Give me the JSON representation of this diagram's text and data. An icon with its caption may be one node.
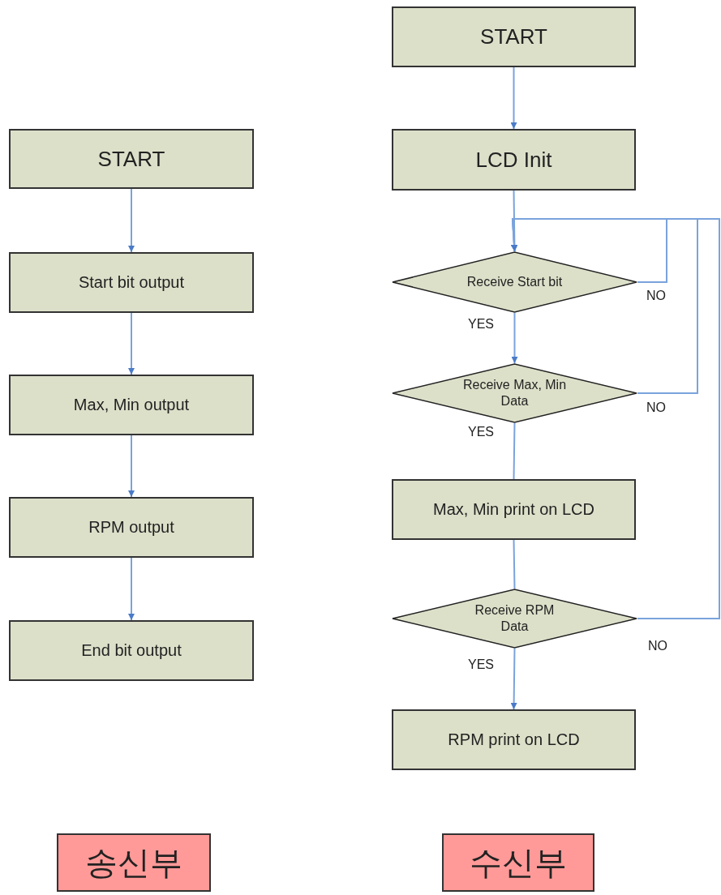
{
  "diagram": {
    "nodes": [
      {
        "text": [
          "START"
        ]
      },
      {
        "text": [
          "Start bit output"
        ]
      },
      {
        "text": [
          "Max, Min output"
        ]
      },
      {
        "text": [
          "RPM output"
        ]
      },
      {
        "text": [
          "End bit output"
        ]
      },
      {
        "text": [
          "START"
        ]
      },
      {
        "text": [
          "LCD Init"
        ]
      },
      {
        "text": [
          "Receive Start bit"
        ]
      },
      {
        "text": [
          "Receive Max, Min Data"
        ]
      },
      {
        "text": [
          "Max, Min print on LCD"
        ]
      },
      {
        "text": [
          "Receive RPM Data"
        ]
      },
      {
        "text": [
          "RPM print on LCD"
        ]
      },
      {
        "text": [
          "송신부"
        ]
      },
      {
        "text": [
          "수신부"
        ]
      }
    ],
    "edges": [
      {
        "from": 0,
        "to": 1,
        "arrow": "to"
      },
      {
        "from": 1,
        "to": 2,
        "arrow": "to"
      },
      {
        "from": 2,
        "to": 3,
        "arrow": "to"
      },
      {
        "from": 3,
        "to": 4,
        "arrow": "to"
      },
      {
        "from": 5,
        "to": 6,
        "arrow": "to"
      },
      {
        "from": 6,
        "to": 7,
        "arrow": "to"
      },
      {
        "from": 7,
        "to": 8,
        "arrow": "to",
        "label": "YES"
      },
      {
        "from": 8,
        "to": 9,
        "arrow": "none",
        "label": "YES"
      },
      {
        "from": 9,
        "to": 10,
        "arrow": "none"
      },
      {
        "from": 10,
        "to": 11,
        "arrow": "to",
        "label": "YES"
      },
      {
        "from": 7,
        "to": 7,
        "arrow": "to",
        "label": "NO"
      },
      {
        "from": 8,
        "to": 7,
        "arrow": "to",
        "label": "NO"
      },
      {
        "from": 10,
        "to": 7,
        "arrow": "to",
        "label": "NO"
      }
    ]
  }
}
